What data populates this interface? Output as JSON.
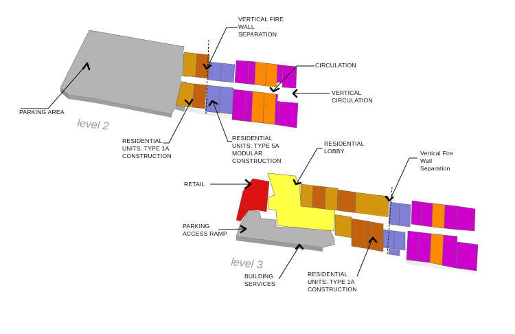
{
  "colors": {
    "parking": "#b4b4b4",
    "type1a": "#d4960e",
    "type1a_dark": "#c2620e",
    "type5a": "#7f7fd6",
    "unit_orange": "#ff8a00",
    "unit_magenta": "#cc00cc",
    "retail": "#dd1111",
    "lobby": "#ffff44",
    "white": "#ffffff"
  },
  "levels": [
    {
      "id": "level-2",
      "label": "level 2"
    },
    {
      "id": "level-3",
      "label": "level 3"
    }
  ],
  "labels": {
    "fire_wall_l2": [
      "VERTICAL FIRE",
      "WALL",
      "SEPARATION"
    ],
    "circulation": [
      "CIRCULATION"
    ],
    "vertical_circulation": [
      "VERTICAL",
      "CIRCULATION"
    ],
    "parking_area": [
      "PARKING AREA"
    ],
    "res_type1a_l2": [
      "RESIDENTIAL",
      "UNITS: TYPE 1A",
      "CONSTRUCTION"
    ],
    "res_type5a_l2": [
      "RESIDENTIAL",
      "UNITS: TYPE 5A",
      "MODULAR",
      "CONSTRUCTION"
    ],
    "residential_lobby": [
      "RESIDENTIAL",
      "LOBBY"
    ],
    "fire_wall_l3": [
      "Vertical Fire",
      "Wall",
      "Separation"
    ],
    "retail": [
      "RETAIL"
    ],
    "parking_ramp": [
      "PARKING",
      "ACCESS RAMP"
    ],
    "building_services": [
      "BUILDING",
      "SERVICES"
    ],
    "res_type1a_l3": [
      "RESIDENTIAL",
      "UNITS: TYPE 1A",
      "CONSTRUCTION"
    ]
  }
}
